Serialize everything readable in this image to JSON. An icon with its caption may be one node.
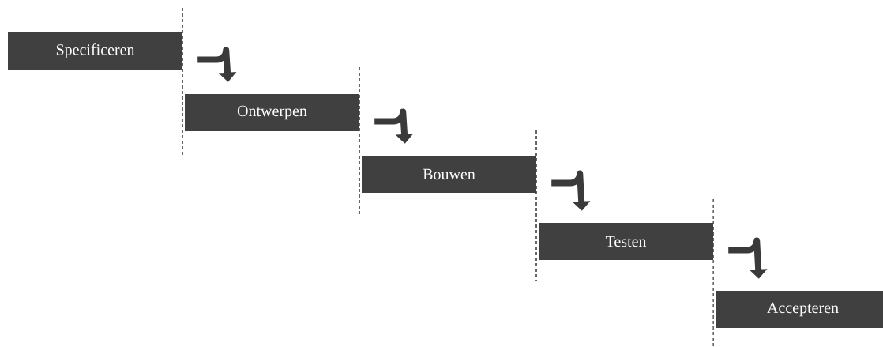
{
  "diagram": {
    "nodes": [
      {
        "text": [
          "Specificeren"
        ]
      },
      {
        "text": [
          "Ontwerpen"
        ]
      },
      {
        "text": [
          "Bouwen"
        ]
      },
      {
        "text": [
          "Testen"
        ]
      },
      {
        "text": [
          "Accepteren"
        ]
      }
    ],
    "edges": [
      {
        "from": 0,
        "to": 1,
        "arrow": "to"
      },
      {
        "from": 1,
        "to": 2,
        "arrow": "to"
      },
      {
        "from": 2,
        "to": 3,
        "arrow": "to"
      },
      {
        "from": 3,
        "to": 4,
        "arrow": "to"
      }
    ]
  }
}
